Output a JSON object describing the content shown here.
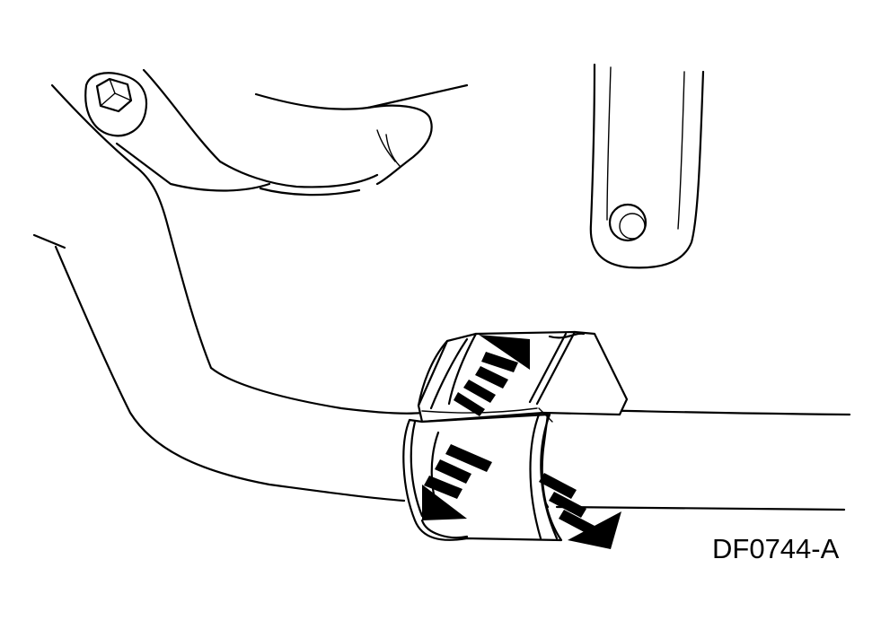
{
  "figure": {
    "id_label": "DF0744-A",
    "parts": {
      "bolt": "hex-bolt",
      "bracket": "frame-bracket",
      "link": "stabilizer-link",
      "bar": "stabilizer-bar",
      "bushing": "stabilizer-bar-bushing",
      "arrows": "removal-direction-arrows"
    },
    "colors": {
      "line": "#000000",
      "background": "#ffffff"
    }
  }
}
